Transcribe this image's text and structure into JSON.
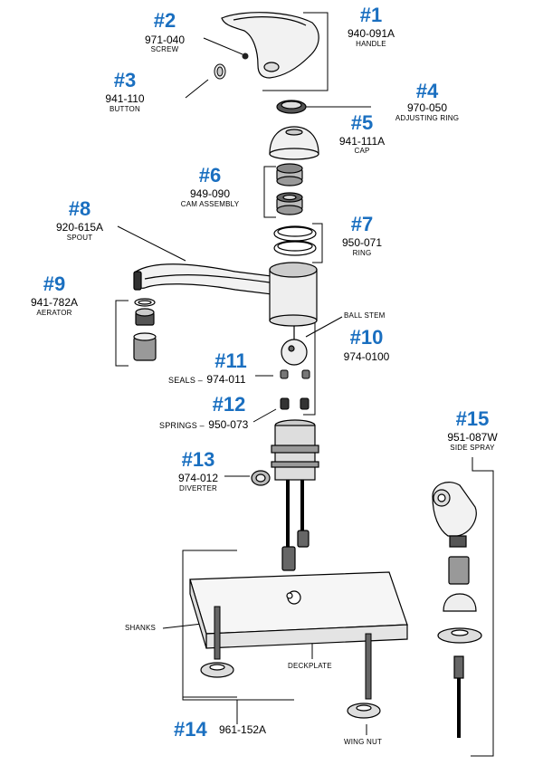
{
  "parts": [
    {
      "num": "#1",
      "code": "940-091A",
      "desc": "HANDLE"
    },
    {
      "num": "#2",
      "code": "971-040",
      "desc": "SCREW"
    },
    {
      "num": "#3",
      "code": "941-110",
      "desc": "BUTTON"
    },
    {
      "num": "#4",
      "code": "970-050",
      "desc": "ADJUSTING RING"
    },
    {
      "num": "#5",
      "code": "941-111A",
      "desc": "CAP"
    },
    {
      "num": "#6",
      "code": "949-090",
      "desc": "CAM ASSEMBLY"
    },
    {
      "num": "#7",
      "code": "950-071",
      "desc": "RING"
    },
    {
      "num": "#8",
      "code": "920-615A",
      "desc": "SPOUT"
    },
    {
      "num": "#9",
      "code": "941-782A",
      "desc": "AERATOR"
    },
    {
      "num": "#10",
      "code": "974-0100",
      "desc": "BALL STEM"
    },
    {
      "num": "#11",
      "code": "974-011",
      "desc": "SEALS"
    },
    {
      "num": "#12",
      "code": "950-073",
      "desc": "SPRINGS"
    },
    {
      "num": "#13",
      "code": "974-012",
      "desc": "DIVERTER"
    },
    {
      "num": "#14",
      "code": "961-152A",
      "desc": ""
    },
    {
      "num": "#15",
      "code": "951-087W",
      "desc": "SIDE SPRAY"
    }
  ],
  "labels": {
    "shanks": "SHANKS",
    "deckplate": "DECKPLATE",
    "wing_nut": "WING NUT",
    "seals_prefix": "SEALS –",
    "springs_prefix": "SPRINGS –"
  }
}
